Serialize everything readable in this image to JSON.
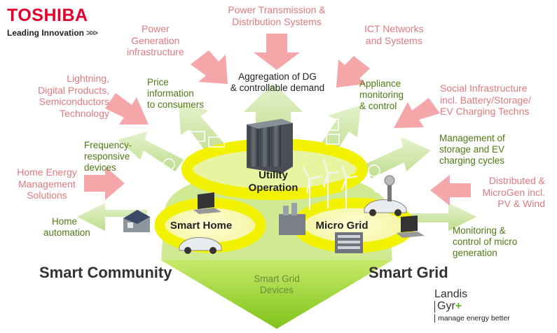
{
  "brand": {
    "name": "TOSHIBA",
    "tagline": "Leading Innovation",
    "tagline_mark": ">>>"
  },
  "partner": {
    "line1": "Landis",
    "line2": "Gyr",
    "plus": "+",
    "tagline": "manage energy better"
  },
  "outer_labels": {
    "power_generation": [
      "Power",
      "Generation",
      "infrastructure"
    ],
    "power_transmission": [
      "Power Transmission &",
      "Distribution Systems"
    ],
    "ict_networks": [
      "ICT Networks",
      "and Systems"
    ],
    "lightning": [
      "Lightning,",
      "Digital Products,",
      "Semiconductors",
      "Technology"
    ],
    "social_infrastructure": [
      "Social Infrastructure",
      "incl. Battery/Storage/",
      "EV Charging Techns"
    ],
    "home_energy": [
      "Home Energy",
      "Management",
      "Solutions"
    ],
    "distributed": [
      "Distributed &",
      "MicroGen incl.",
      "PV & Wind"
    ]
  },
  "inner_labels": {
    "price_information": [
      "Price",
      "information",
      "to consumers"
    ],
    "aggregation": [
      "Aggregation of DG",
      "& controllable demand"
    ],
    "appliance_monitoring": [
      "Appliance",
      "monitoring",
      "& control"
    ],
    "frequency_responsive": [
      "Frequency-",
      "responsive",
      "devices"
    ],
    "management_storage": [
      "Management of",
      "storage and EV",
      "charging cycles"
    ],
    "home_automation": [
      "Home",
      "automation"
    ],
    "monitoring_control": [
      "Monitoring &",
      "control of micro",
      "generation"
    ]
  },
  "rings": {
    "utility": [
      "Utility",
      "Operation"
    ],
    "smart_home": "Smart Home",
    "micro_grid": "Micro Grid"
  },
  "bottom": {
    "smart_community": "Smart Community",
    "smart_grid": "Smart Grid",
    "devices": [
      "Smart Grid",
      "Devices"
    ]
  },
  "colors": {
    "brand_red": "#e4002b",
    "pink_arrow": "#f4a6a9",
    "pink_text": "#e07a7f",
    "green_arrow": "#cfe6a8",
    "green_text": "#4d7a12",
    "ring_yellow": "#f2f200",
    "lime": "#9bd21e",
    "landis_green": "#5ab52b"
  }
}
